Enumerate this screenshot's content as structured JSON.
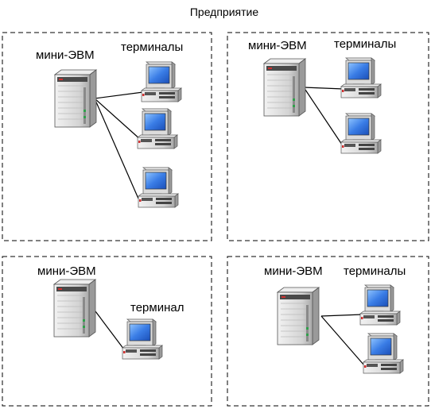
{
  "title": "Предприятие",
  "zones": [
    {
      "server_label": "мини-ЭВМ",
      "terminal_label": "терминалы",
      "terminal_count": 3
    },
    {
      "server_label": "мини-ЭВМ",
      "terminal_label": "терминалы",
      "terminal_count": 2
    },
    {
      "server_label": "мини-ЭВМ",
      "terminal_label": "терминал",
      "terminal_count": 1
    },
    {
      "server_label": "мини-ЭВМ",
      "terminal_label": "терминалы",
      "terminal_count": 2
    }
  ],
  "colors": {
    "screen": "#2f6fe0",
    "case": "#d9d9d9",
    "border": "#000000"
  }
}
